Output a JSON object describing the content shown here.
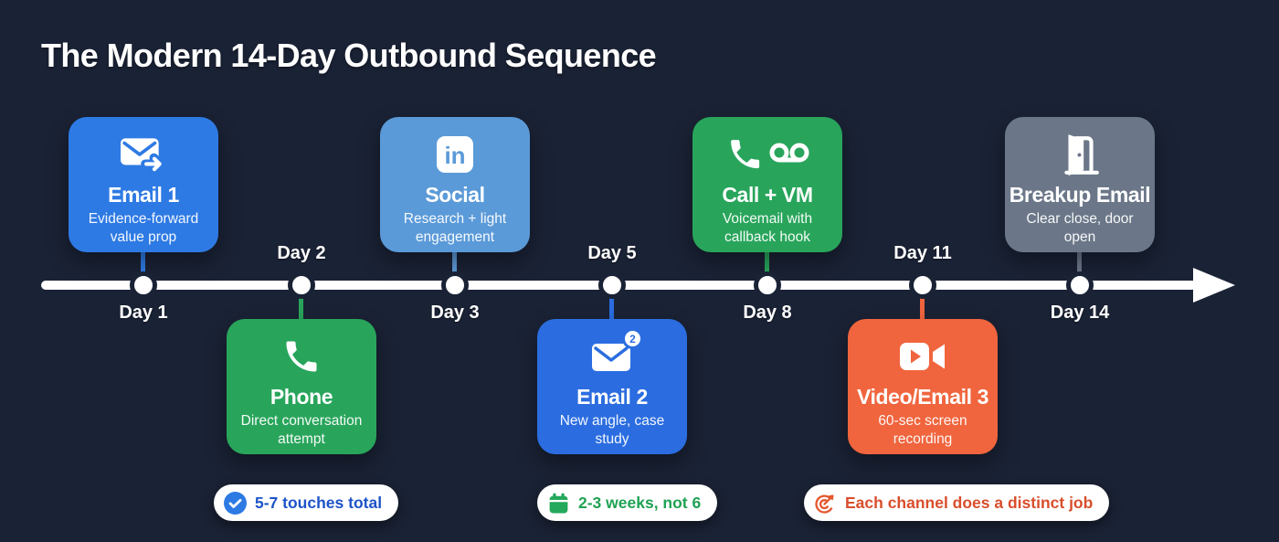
{
  "title": "The Modern 14-Day Outbound Sequence",
  "colors": {
    "background": "#1a2235",
    "timeline": "#ffffff",
    "blue": "#2e7ae4",
    "deep_blue": "#2b6de0",
    "light_blue": "#5b9ad8",
    "green": "#28a55b",
    "orange": "#f0653e",
    "gray": "#6b7788",
    "pill_blue_text": "#1d54c8",
    "pill_green_text": "#1fa254",
    "pill_orange_text": "#d94e2c"
  },
  "cards": [
    {
      "id": "email-1",
      "day": "Day 1",
      "title": "Email 1",
      "subtitle": "Evidence-forward value prop",
      "icon": "email-forward-icon",
      "color": "#2e7ae4",
      "position": "above"
    },
    {
      "id": "phone",
      "day": "Day 2",
      "title": "Phone",
      "subtitle": "Direct conversation attempt",
      "icon": "phone-icon",
      "color": "#28a55b",
      "position": "below"
    },
    {
      "id": "social",
      "day": "Day 3",
      "title": "Social",
      "subtitle": "Research + light engagement",
      "icon": "linkedin-icon",
      "color": "#5b9ad8",
      "position": "above"
    },
    {
      "id": "email-2",
      "day": "Day 5",
      "title": "Email 2",
      "subtitle": "New angle, case study",
      "icon": "email-badge-icon",
      "badge": "2",
      "color": "#2b6de0",
      "position": "below"
    },
    {
      "id": "call-vm",
      "day": "Day 8",
      "title": "Call + VM",
      "subtitle": "Voicemail with callback hook",
      "icon": "phone-voicemail-icon",
      "color": "#28a55b",
      "position": "above"
    },
    {
      "id": "video-email-3",
      "day": "Day 11",
      "title": "Video/Email 3",
      "subtitle": "60-sec screen recording",
      "icon": "video-camera-icon",
      "color": "#f0653e",
      "position": "below"
    },
    {
      "id": "breakup-email",
      "day": "Day 14",
      "title": "Breakup Email",
      "subtitle": "Clear close, door open",
      "icon": "door-open-icon",
      "color": "#6b7788",
      "position": "above"
    }
  ],
  "footer_pills": [
    {
      "icon": "check-circle-icon",
      "label": "5-7 touches total",
      "color": "#1d54c8"
    },
    {
      "icon": "calendar-icon",
      "label": "2-3 weeks, not 6",
      "color": "#1fa254"
    },
    {
      "icon": "target-icon",
      "label": "Each channel does a distinct job",
      "color": "#d94e2c"
    }
  ]
}
